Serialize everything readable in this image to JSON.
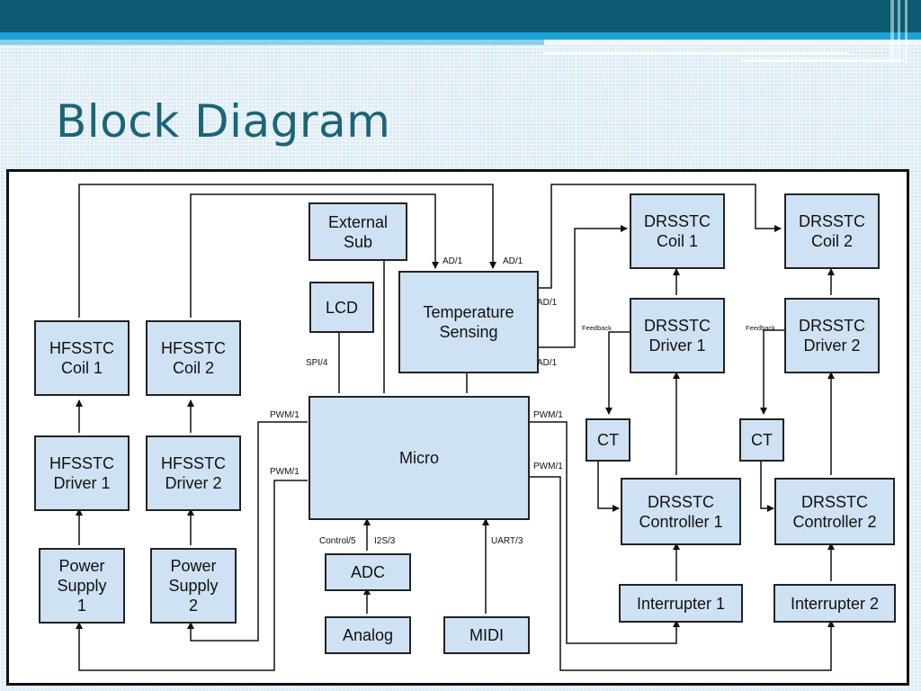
{
  "slide": {
    "title": "Block Diagram"
  },
  "colors": {
    "header_dark": "#0b5a72",
    "header_light": "#1aa1d6",
    "block_fill": "#cfe2f3",
    "title_color": "#1d6475"
  },
  "blocks": {
    "hfsstc_coil_1": {
      "l1": "HFSSTC",
      "l2": "Coil 1"
    },
    "hfsstc_coil_2": {
      "l1": "HFSSTC",
      "l2": "Coil 2"
    },
    "hfsstc_driver_1": {
      "l1": "HFSSTC",
      "l2": "Driver 1"
    },
    "hfsstc_driver_2": {
      "l1": "HFSSTC",
      "l2": "Driver 2"
    },
    "power_supply_1": {
      "l1": "Power",
      "l2": "Supply",
      "l3": "1"
    },
    "power_supply_2": {
      "l1": "Power",
      "l2": "Supply",
      "l3": "2"
    },
    "external_sub": {
      "l1": "External",
      "l2": "Sub"
    },
    "lcd": {
      "l1": "LCD"
    },
    "temperature_sensing": {
      "l1": "Temperature",
      "l2": "Sensing"
    },
    "micro": {
      "l1": "Micro"
    },
    "adc": {
      "l1": "ADC"
    },
    "analog": {
      "l1": "Analog"
    },
    "midi": {
      "l1": "MIDI"
    },
    "drsstc_coil_1": {
      "l1": "DRSSTC",
      "l2": "Coil 1"
    },
    "drsstc_coil_2": {
      "l1": "DRSSTC",
      "l2": "Coil 2"
    },
    "drsstc_driver_1": {
      "l1": "DRSSTC",
      "l2": "Driver 1"
    },
    "drsstc_driver_2": {
      "l1": "DRSSTC",
      "l2": "Driver 2"
    },
    "ct_1": {
      "l1": "CT"
    },
    "ct_2": {
      "l1": "CT"
    },
    "drsstc_controller_1": {
      "l1": "DRSSTC",
      "l2": "Controller 1"
    },
    "drsstc_controller_2": {
      "l1": "DRSSTC",
      "l2": "Controller 2"
    },
    "interrupter_1": {
      "l1": "Interrupter 1"
    },
    "interrupter_2": {
      "l1": "Interrupter 2"
    }
  },
  "labels": {
    "ad1_top_left": "AD/1",
    "ad1_top_right": "AD/1",
    "ad1_right_upper": "AD/1",
    "ad1_right_lower": "AD/1",
    "spi4": "SPI/4",
    "pwm1_left_upper": "PWM/1",
    "pwm1_left_lower": "PWM/1",
    "pwm1_right_upper": "PWM/1",
    "pwm1_right_lower": "PWM/1",
    "control5": "Control/5",
    "i2s3": "I2S/3",
    "uart3": "UART/3",
    "feedback_1": "Feedback",
    "feedback_2": "Feedback"
  }
}
